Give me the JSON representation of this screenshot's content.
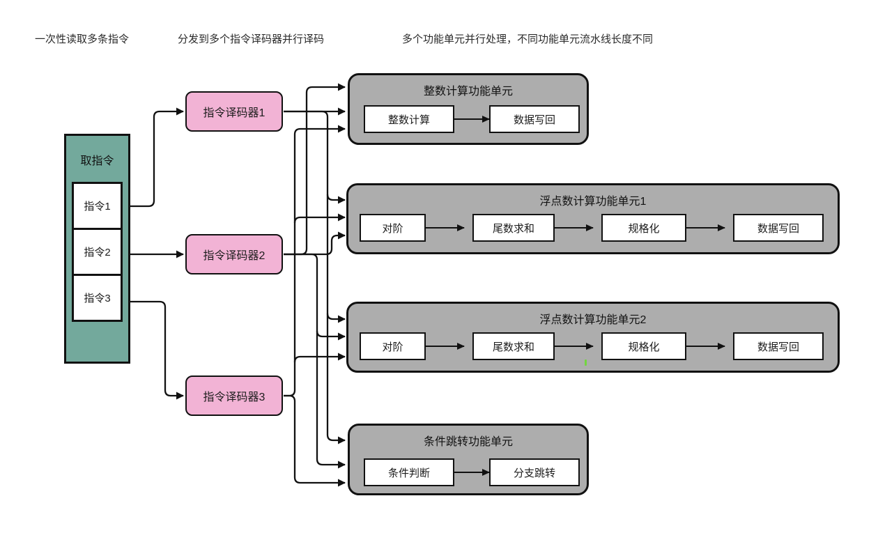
{
  "annotations": [
    {
      "text": "一次性读取多条指令"
    },
    {
      "text": "分发到多个指令译码器并行译码"
    },
    {
      "text": "多个功能单元并行处理，不同功能单元流水线长度不同"
    }
  ],
  "fetch_unit": {
    "title": "取指令",
    "instructions": [
      "指令1",
      "指令2",
      "指令3"
    ]
  },
  "decoders": [
    {
      "label": "指令译码器1"
    },
    {
      "label": "指令译码器2"
    },
    {
      "label": "指令译码器3"
    }
  ],
  "functional_units": [
    {
      "title": "整数计算功能单元",
      "stages": [
        "整数计算",
        "数据写回"
      ]
    },
    {
      "title": "浮点数计算功能单元1",
      "stages": [
        "对阶",
        "尾数求和",
        "规格化",
        "数据写回"
      ]
    },
    {
      "title": "浮点数计算功能单元2",
      "stages": [
        "对阶",
        "尾数求和",
        "规格化",
        "数据写回"
      ]
    },
    {
      "title": "条件跳转功能单元",
      "stages": [
        "条件判断",
        "分支跳转"
      ]
    }
  ],
  "colors": {
    "fetch_fill": "#73A99C",
    "decoder_fill": "#F2B3D5",
    "unit_fill": "#ADADAD",
    "stage_fill": "#FFFFFF",
    "line": "#111111",
    "artifact_green": "#72D63F"
  }
}
